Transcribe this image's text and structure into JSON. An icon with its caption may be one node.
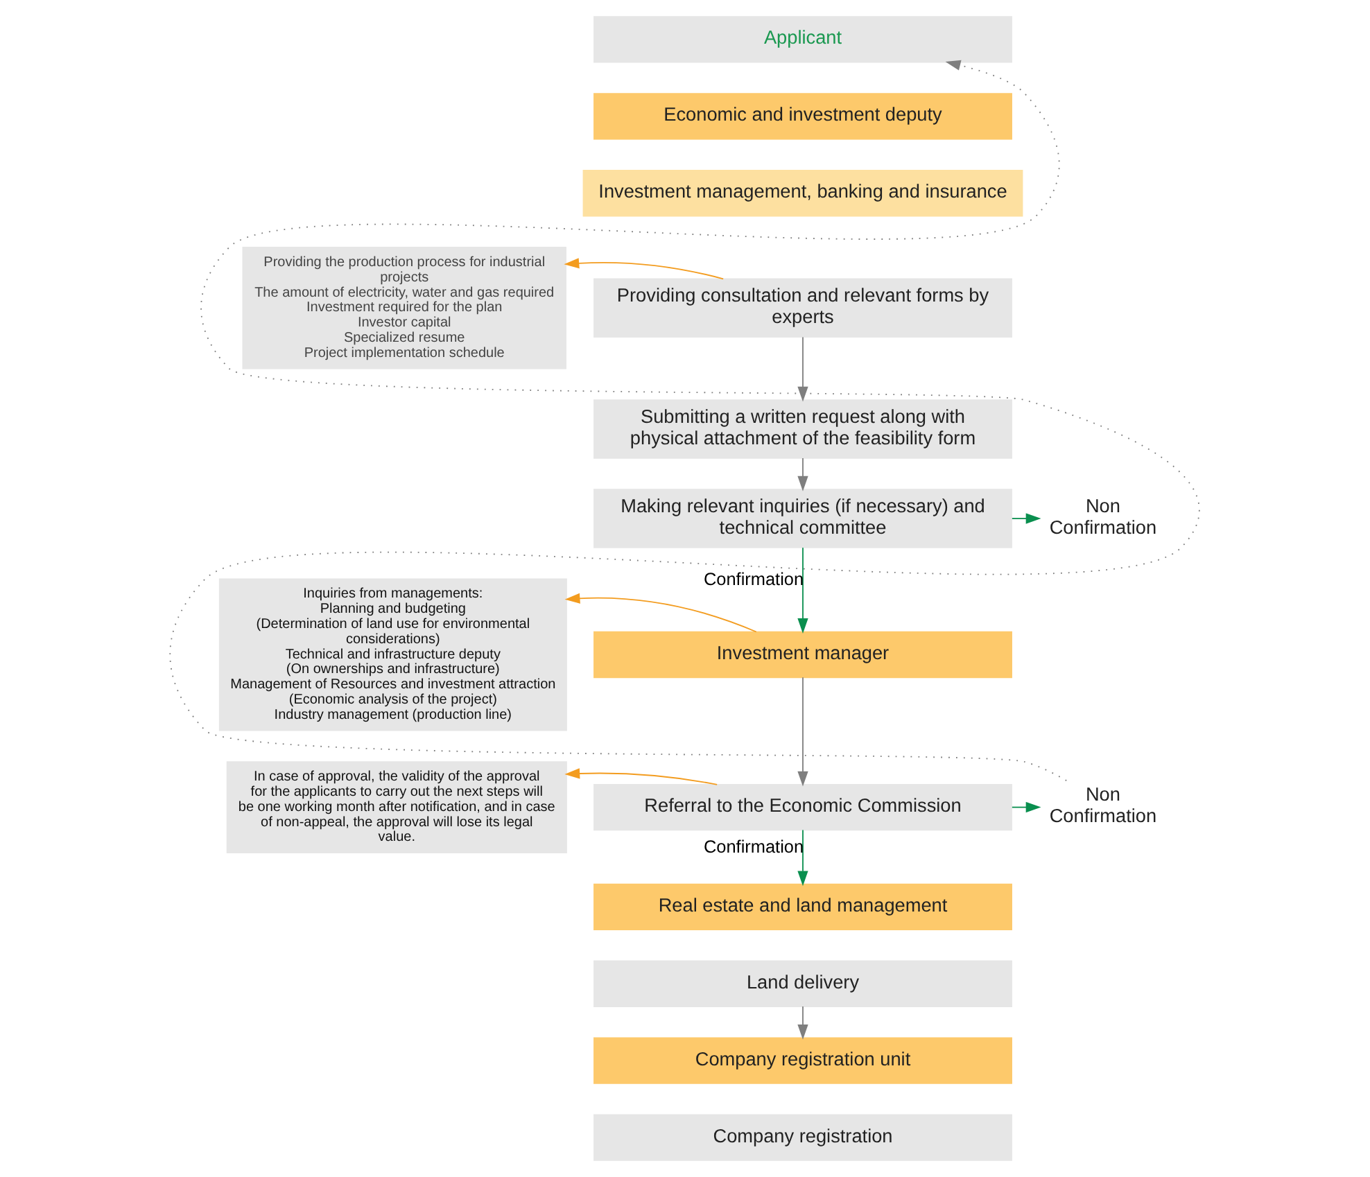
{
  "diagram": {
    "nodes": [
      {
        "text": [
          "Applicant"
        ]
      },
      {
        "text": [
          "Economic and investment deputy"
        ]
      },
      {
        "text": [
          "Investment management, banking and insurance"
        ]
      },
      {
        "text": [
          "Providing consultation and relevant forms by experts"
        ]
      },
      {
        "text": [
          "Providing the production process for industrial projects",
          "The amount of electricity, water and gas required",
          "Investment required for the plan",
          "Investor capital",
          "Specialized resume",
          "Project implementation schedule"
        ]
      },
      {
        "text": [
          "Submitting a written request along with physical attachment of the feasibility form"
        ]
      },
      {
        "text": [
          "Inquiries from managements:",
          "Planning and budgeting",
          "(Determination of land use for environmental considerations)",
          "Technical and infrastructure deputy",
          "(On ownerships and infrastructure)",
          "Management of Resources and investment attraction",
          "(Economic analysis of the project)",
          "Industry management (production line)"
        ]
      },
      {
        "text": [
          "Making relevant inquiries (if necessary) and technical committee"
        ]
      },
      {
        "text": [
          "Non Confirmation"
        ]
      },
      {
        "text": [
          "Investment manager"
        ]
      },
      {
        "text": [
          "Referral to the Economic Commission"
        ]
      },
      {
        "text": [
          "In case of approval, the validity of the approval for the applicants to carry out the next steps will be one working month after notification, and in case of non-appeal, the approval will lose its legal value."
        ]
      },
      {
        "text": [
          "Non Confirmation"
        ]
      },
      {
        "text": [
          "Real estate and land management"
        ]
      },
      {
        "text": [
          "Land delivery"
        ]
      },
      {
        "text": [
          "Company registration unit"
        ]
      },
      {
        "text": [
          "Company registration"
        ]
      }
    ],
    "edges": [
      {
        "from": 3,
        "to": 4,
        "arrow": "to",
        "color": "#f39c1f"
      },
      {
        "from": 3,
        "to": 5,
        "arrow": "to"
      },
      {
        "from": 5,
        "to": 7,
        "arrow": "to"
      },
      {
        "from": 7,
        "to": 8,
        "arrow": "to",
        "color": "#0a8f4f"
      },
      {
        "from": 7,
        "to": 9,
        "arrow": "to",
        "label": "Confirmation",
        "color": "#0a8f4f"
      },
      {
        "from": 9,
        "to": 6,
        "arrow": "to",
        "color": "#f39c1f"
      },
      {
        "from": 9,
        "to": 10,
        "arrow": "to"
      },
      {
        "from": 10,
        "to": 11,
        "arrow": "to",
        "color": "#f39c1f"
      },
      {
        "from": 10,
        "to": 12,
        "arrow": "to",
        "color": "#0a8f4f"
      },
      {
        "from": 10,
        "to": 13,
        "arrow": "to",
        "label": "Confirmation",
        "color": "#0a8f4f"
      },
      {
        "from": 12,
        "to": 0,
        "arrow": "to",
        "style": "dashed"
      },
      {
        "from": 14,
        "to": 15,
        "arrow": "to"
      }
    ]
  }
}
